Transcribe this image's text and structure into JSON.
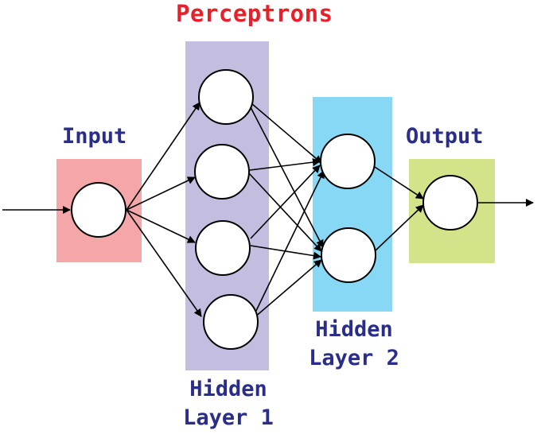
{
  "title": "Perceptrons",
  "layers": {
    "input": {
      "label": "Input",
      "color": "#f4a6a8"
    },
    "hidden1": {
      "label_line1": "Hidden",
      "label_line2": "Layer 1",
      "color": "#c3bde0"
    },
    "hidden2": {
      "label_line1": "Hidden",
      "label_line2": "Layer 2",
      "color": "#86d8f4"
    },
    "output": {
      "label": "Output",
      "color": "#d2e38a"
    }
  },
  "colors": {
    "title": "#e8202a",
    "layer_label": "#2a2e8a",
    "node_fill": "#ffffff",
    "edge": "#000000"
  },
  "node_counts": {
    "input": 1,
    "hidden1": 4,
    "hidden2": 2,
    "output": 1
  }
}
